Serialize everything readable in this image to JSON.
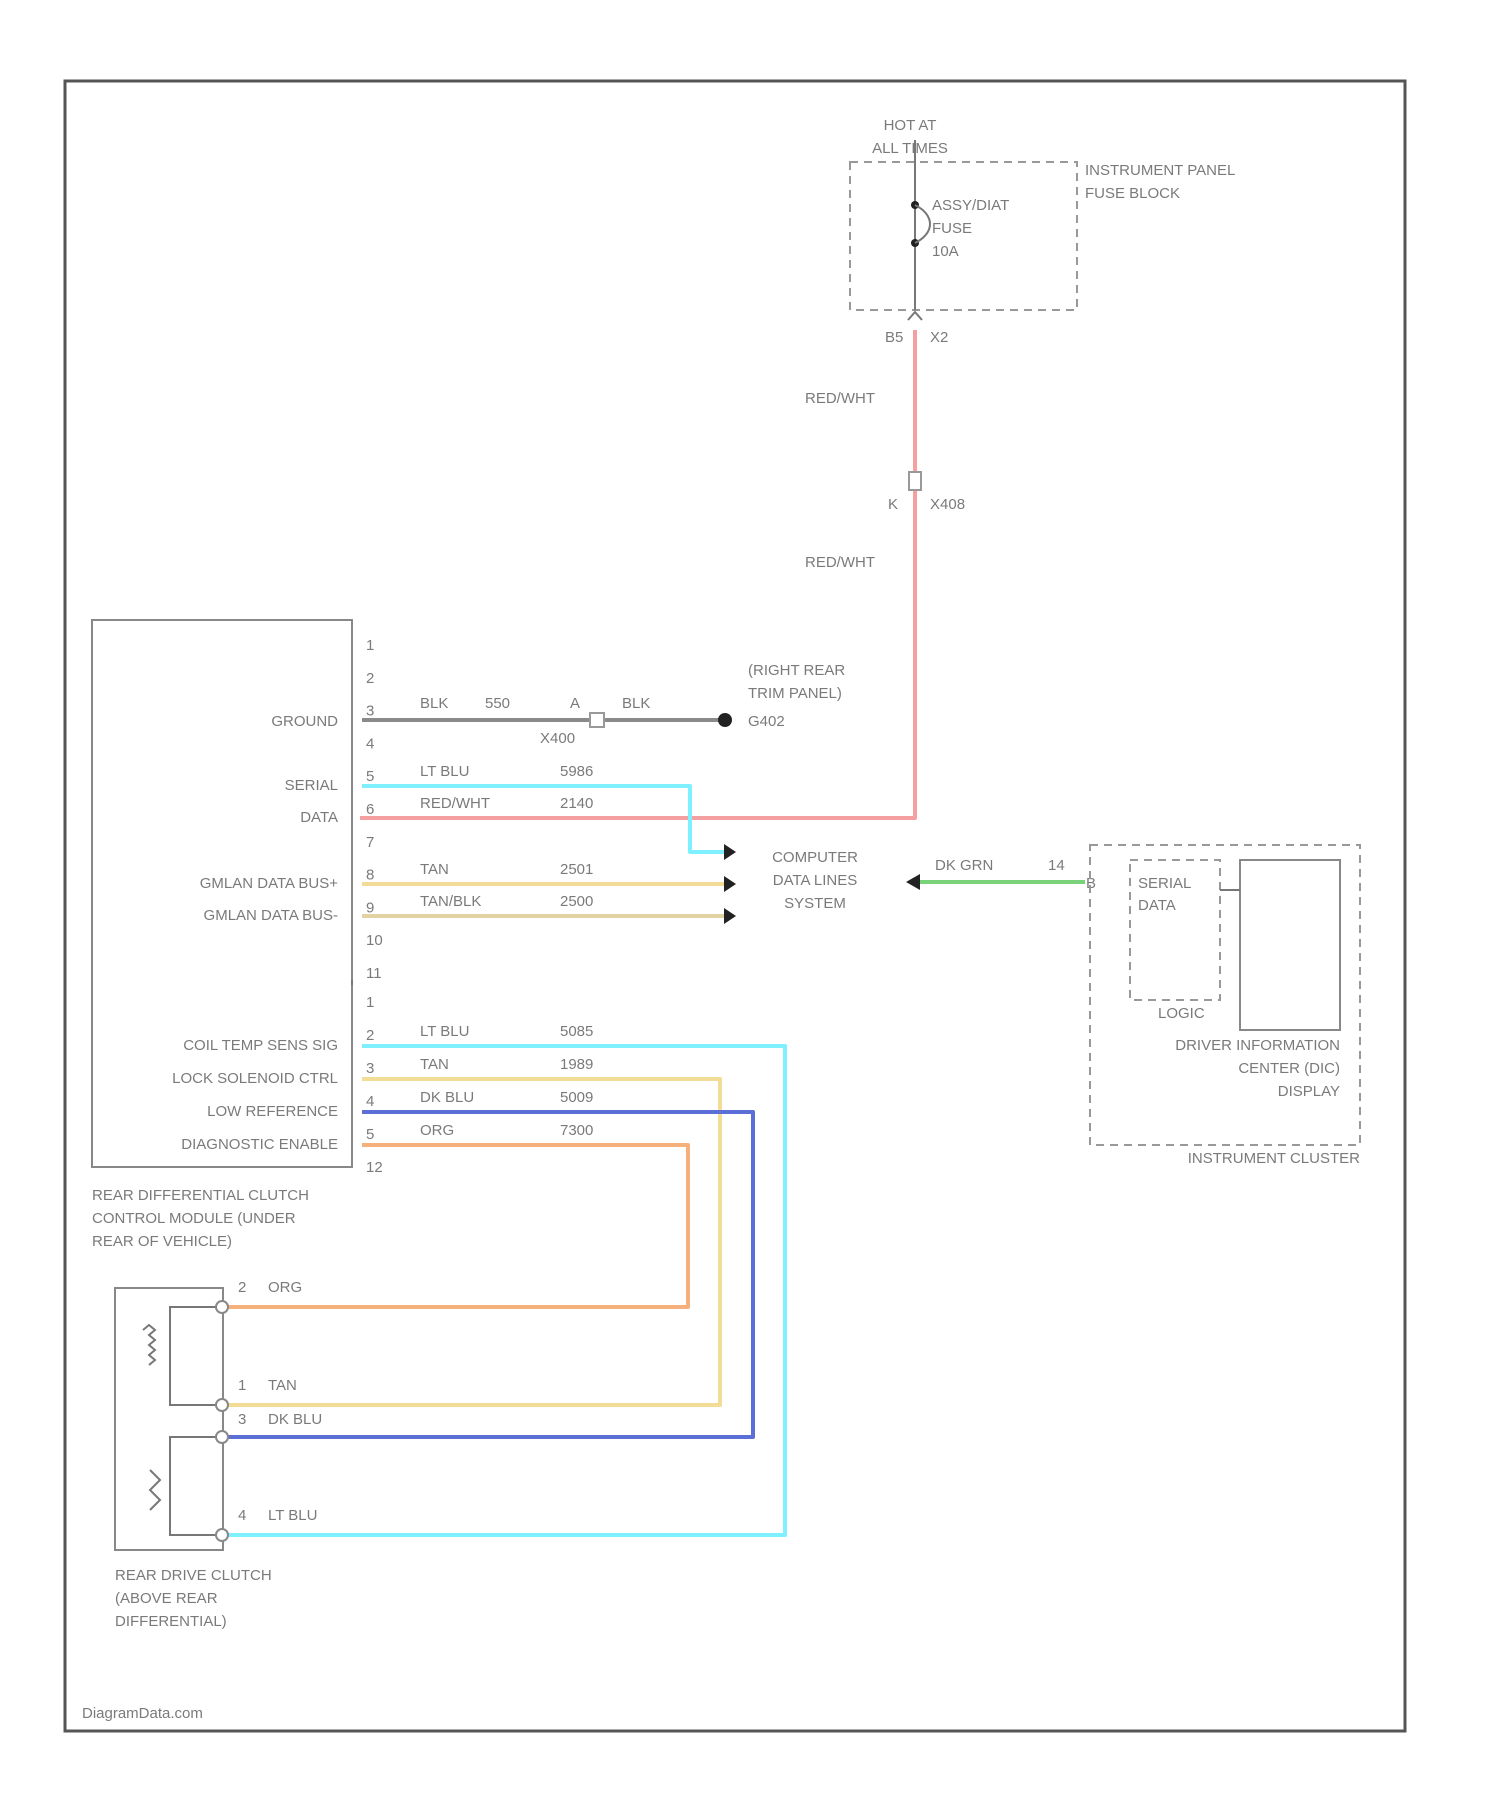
{
  "power": {
    "hot_line1": "HOT AT",
    "hot_line2": "ALL TIMES",
    "fuse_block_line1": "INSTRUMENT PANEL",
    "fuse_block_line2": "FUSE BLOCK",
    "fuse_line1": "ASSY/DIAT",
    "fuse_line2": "FUSE",
    "fuse_line3": "10A",
    "pin_b": "B5",
    "pin_x": "X2",
    "wire_color_top": "RED/WHT",
    "inline_pin": "K",
    "inline_conn": "X408",
    "wire_color_bottom": "RED/WHT"
  },
  "module": {
    "name_line1": "REAR DIFFERENTIAL CLUTCH",
    "name_line2": "CONTROL MODULE (UNDER",
    "name_line3": "REAR OF VEHICLE)",
    "pins_x1": [
      "1",
      "2",
      "3",
      "4",
      "5",
      "6",
      "7",
      "8",
      "9",
      "10",
      "11"
    ],
    "pins_x2": [
      "1",
      "2",
      "3",
      "4",
      "5",
      "12"
    ],
    "labels": {
      "ground": "GROUND",
      "serial": "SERIAL",
      "data": "DATA",
      "gmlan1": "GMLAN DATA BUS+",
      "gmlan2": "GMLAN DATA BUS-",
      "coil_temp": "COIL TEMP SENS SIG",
      "lock_sol": "LOCK SOLENOID CTRL",
      "low_ref": "LOW REFERENCE",
      "diag": "DIAGNOSTIC ENABLE"
    }
  },
  "ground": {
    "wire_color": "BLK",
    "circuit": "550",
    "conn_pin": "A",
    "conn_name": "X400",
    "wire_color_after": "BLK",
    "location_line1": "(RIGHT REAR",
    "location_line2": "TRIM PANEL)",
    "ground_id": "G402"
  },
  "wires_x1": [
    {
      "color_name": "LT BLU",
      "circuit": "5986"
    },
    {
      "color_name": "RED/WHT",
      "circuit": "2140"
    },
    {
      "color_name": "TAN",
      "circuit": "2501"
    },
    {
      "color_name": "TAN/BLK",
      "circuit": "2500"
    }
  ],
  "wires_x2": [
    {
      "color_name": "LT BLU",
      "circuit": "5085"
    },
    {
      "color_name": "TAN",
      "circuit": "1989"
    },
    {
      "color_name": "DK BLU",
      "circuit": "5009"
    },
    {
      "color_name": "ORG",
      "circuit": "7300"
    }
  ],
  "data_system": {
    "line1": "COMPUTER",
    "line2": "DATA LINES",
    "line3": "SYSTEM",
    "wire_color": "DK GRN",
    "pin": "14",
    "pin_letter": "B"
  },
  "cluster": {
    "serial_line1": "SERIAL",
    "serial_line2": "DATA",
    "logic": "LOGIC",
    "dic_line1": "DRIVER INFORMATION",
    "dic_line2": "CENTER (DIC)",
    "dic_line3": "DISPLAY",
    "name": "INSTRUMENT CLUSTER"
  },
  "clutch": {
    "pins": [
      "2",
      "1",
      "3",
      "4"
    ],
    "wire_colors": [
      "ORG",
      "TAN",
      "DK BLU",
      "LT BLU"
    ],
    "name_line1": "REAR DRIVE CLUTCH",
    "name_line2": "(ABOVE REAR",
    "name_line3": "DIFFERENTIAL)"
  },
  "watermark": "DiagramData.com",
  "colors": {
    "red_wht": "#f4a0a0",
    "lt_blu": "#7ff0ff",
    "tan": "#f2dc96",
    "tan_blk": "#e3d3a3",
    "dk_blu": "#5b6fd6",
    "org": "#f6b07c",
    "dk_grn": "#7ad27a",
    "blk": "#8a8a8a"
  }
}
